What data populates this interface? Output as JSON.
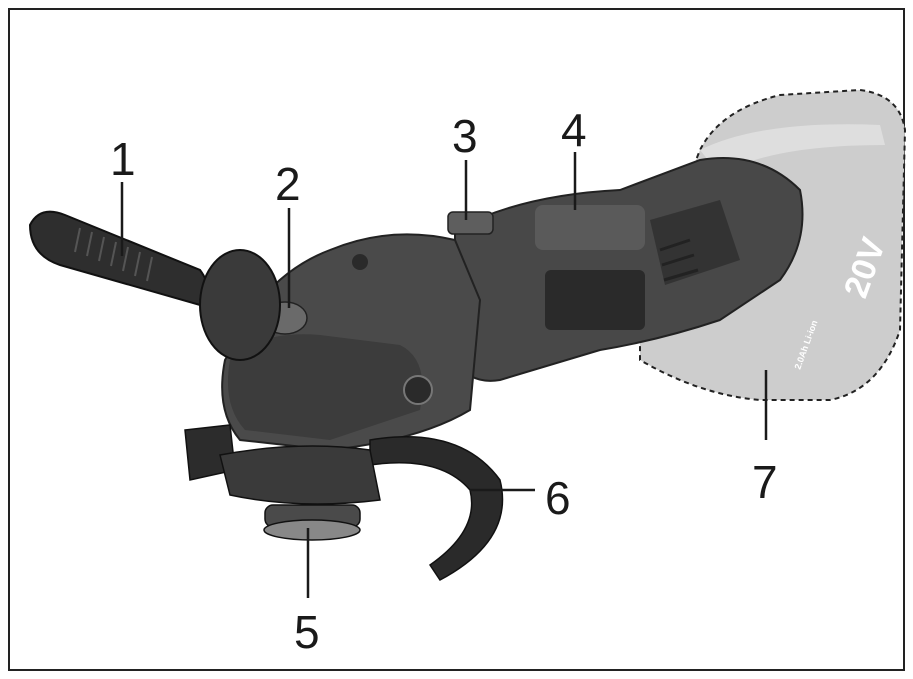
{
  "diagram": {
    "callouts": [
      {
        "id": "1",
        "label": "1"
      },
      {
        "id": "2",
        "label": "2"
      },
      {
        "id": "3",
        "label": "3"
      },
      {
        "id": "4",
        "label": "4"
      },
      {
        "id": "5",
        "label": "5"
      },
      {
        "id": "6",
        "label": "6"
      },
      {
        "id": "7",
        "label": "7"
      }
    ],
    "battery": {
      "voltage_label": "20V",
      "small_text": "2.0Ah Li-ion"
    },
    "colors": {
      "body_dark": "#3a3a3a",
      "body_mid": "#555555",
      "grip": "#2b2b2b",
      "battery": "#cfcfcf",
      "line": "#1a1a1a"
    }
  }
}
